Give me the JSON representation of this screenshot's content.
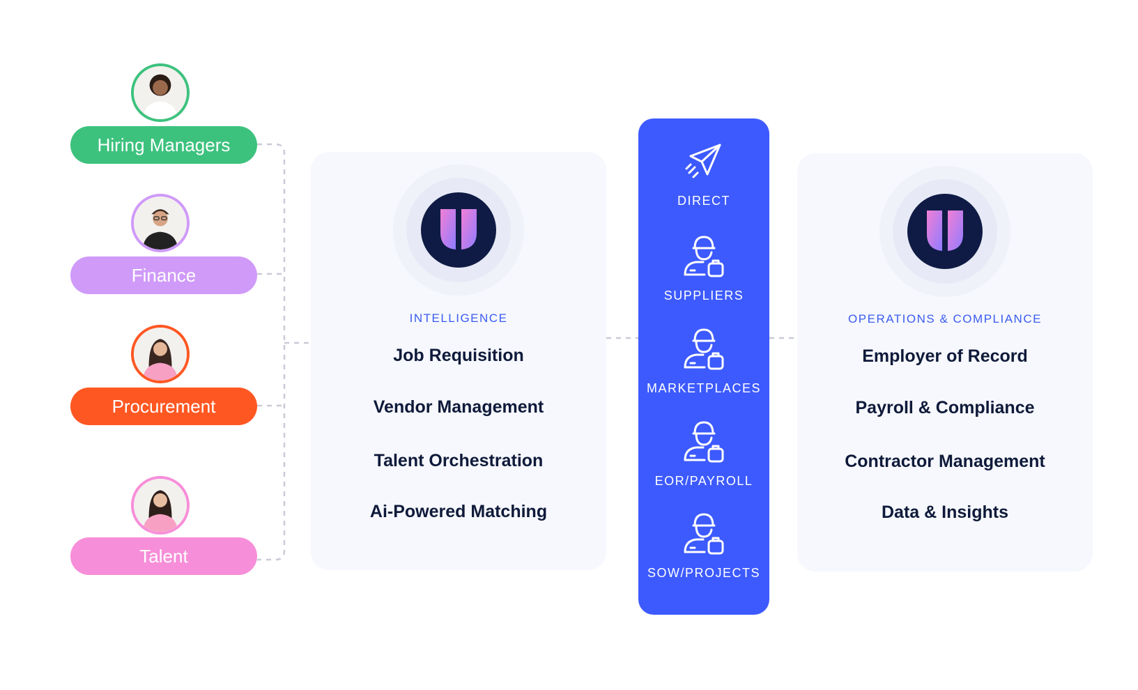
{
  "colors": {
    "hiring": "#3dc27e",
    "finance": "#cf9af8",
    "procurement": "#ff5722",
    "talent": "#f78ed9",
    "channel_bg": "#3d5afe",
    "panel_bg": "#f6f8fd",
    "accent_text": "#3b5bf0",
    "item_text": "#0f1a3a",
    "logo_bg": "#0f1b44",
    "connector": "#c9cad6"
  },
  "personas": [
    {
      "label": "Hiring Managers",
      "avatar_icon": "woman-avatar-icon"
    },
    {
      "label": "Finance",
      "avatar_icon": "man-avatar-icon"
    },
    {
      "label": "Procurement",
      "avatar_icon": "woman-avatar-icon"
    },
    {
      "label": "Talent",
      "avatar_icon": "woman-avatar-icon"
    }
  ],
  "intelligence": {
    "logo_icon": "u-logo-icon",
    "label": "INTELLIGENCE",
    "items": [
      "Job Requisition",
      "Vendor Management",
      "Talent Orchestration",
      "Ai-Powered Matching"
    ]
  },
  "channels": [
    {
      "label": "DIRECT",
      "icon": "paper-plane-icon"
    },
    {
      "label": "SUPPLIERS",
      "icon": "worker-briefcase-icon"
    },
    {
      "label": "MARKETPLACES",
      "icon": "worker-briefcase-icon"
    },
    {
      "label": "EOR/PAYROLL",
      "icon": "worker-briefcase-icon"
    },
    {
      "label": "SOW/PROJECTS",
      "icon": "worker-briefcase-icon"
    }
  ],
  "operations": {
    "logo_icon": "u-logo-icon",
    "label": "OPERATIONS & COMPLIANCE",
    "items": [
      "Employer of Record",
      "Payroll & Compliance",
      "Contractor Management",
      "Data & Insights"
    ]
  }
}
